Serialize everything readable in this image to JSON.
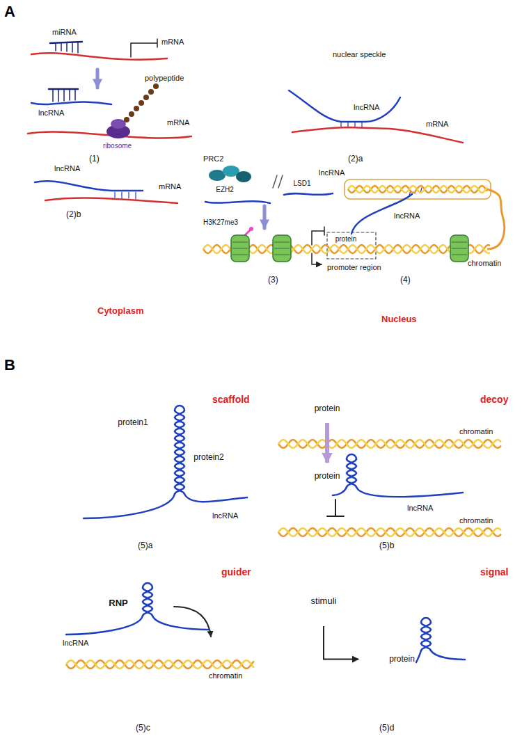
{
  "diagram": {
    "nodes": [
      {
        "text": [
          "Cytoplasm"
        ]
      },
      {
        "text": [
          "Nucleus"
        ],
        "in": 0
      },
      {
        "text": [
          "nuclear speckle"
        ],
        "in": 1
      },
      {
        "text": [
          "EZH2"
        ],
        "in": 1
      },
      {
        "text": [
          "LSD1"
        ],
        "in": 1
      },
      {
        "text": [
          "protein"
        ],
        "in": 1
      },
      {
        "text": [
          "scaffold",
          "(5)a"
        ]
      },
      {
        "text": [
          "protein1"
        ],
        "in": 6
      },
      {
        "text": [
          "protein2"
        ],
        "in": 6
      },
      {
        "text": [
          "decoy",
          "(5)b"
        ]
      },
      {
        "text": [
          "protein"
        ],
        "in": 9
      },
      {
        "text": [
          "protein"
        ],
        "in": 9
      },
      {
        "text": [
          "guider",
          "(5)c"
        ]
      },
      {
        "text": [
          "RNP"
        ],
        "in": 12
      },
      {
        "text": [
          "signal",
          "(5)d"
        ]
      },
      {
        "text": [
          "stimuli"
        ],
        "in": 14
      },
      {
        "text": [
          "protein"
        ],
        "in": 14
      }
    ],
    "edges": [
      {
        "from": 10,
        "to": 11,
        "arrow": "to"
      },
      {
        "from": 15,
        "to": 16,
        "arrow": "to"
      }
    ],
    "labels": [
      "A",
      "miRNA",
      "mRNA",
      "lncRNA",
      "polypeptide",
      "mRNA",
      "ribosome",
      "(1)",
      "lncRNA",
      "mRNA",
      "(2)b",
      "lncRNA",
      "mRNA",
      "(2)a",
      "PRC2",
      "lncRNA",
      "H3K27me3",
      "(3)",
      "lncRNA",
      "promoter region",
      "(4)",
      "chromatin",
      "B",
      "lncRNA",
      "chromatin",
      "lncRNA",
      "chromatin",
      "lncRNA",
      "chromatin"
    ]
  }
}
